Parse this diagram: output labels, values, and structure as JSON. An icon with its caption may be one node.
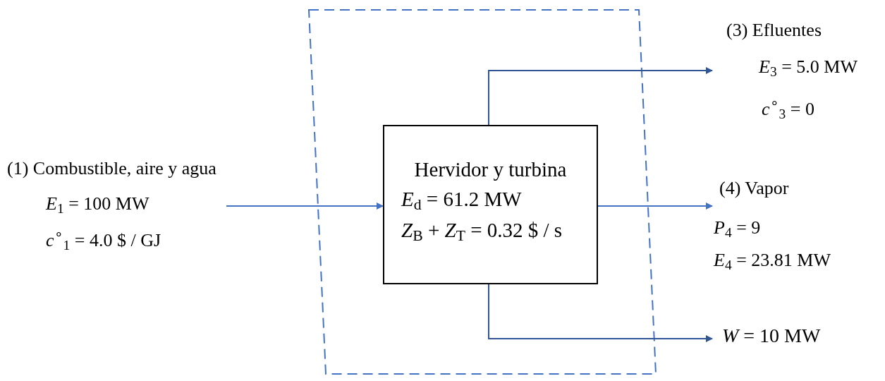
{
  "diagram": {
    "nodes": [
      {
        "text": [],
        "shape": "trapezoid"
      },
      {
        "text": [
          "(1) Combustible, aire y agua",
          "*E*$_{1}$ = 100 MW",
          "*c*$^{∘}$$_{1}$ = 4.0 $ / GJ"
        ]
      },
      {
        "text": [
          "Hervidor y turbina",
          "*E*$_{d}$ = 61.2 MW",
          "*Z*$_{B}$ + *Z*$_{T}$ = 0.32 $ / s"
        ],
        "in": 0
      },
      {
        "text": [
          "(3) Efluentes",
          "*E*$_{3}$ = 5.0 MW",
          "*c*$^{∘}$$_{3}$ = 0"
        ]
      },
      {
        "text": [
          "(4) Vapor",
          "*P*$_{4}$ = 9",
          "*E*$_{4}$ = 23.81 MW"
        ]
      },
      {
        "text": [
          "*W* = 10 MW"
        ]
      }
    ],
    "edges": [
      {
        "from": 1,
        "to": 2,
        "arrow": "to"
      },
      {
        "from": 2,
        "to": 3,
        "arrow": "to",
        "color": "#2f5597"
      },
      {
        "from": 2,
        "to": 4,
        "arrow": "to"
      },
      {
        "from": 2,
        "to": 5,
        "arrow": "to",
        "color": "#2f5597"
      }
    ]
  }
}
